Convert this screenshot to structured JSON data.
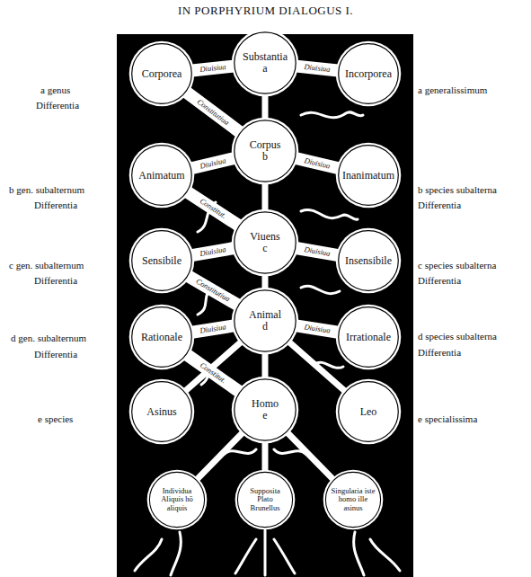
{
  "diagram": {
    "title": "IN PORPHYRIUM DIALOGUS I.",
    "nodes": [
      {
        "text": [
          "Corporea"
        ]
      },
      {
        "text": [
          "Substantia",
          "a"
        ]
      },
      {
        "text": [
          "Incorporea"
        ]
      },
      {
        "text": [
          "Animatum"
        ]
      },
      {
        "text": [
          "Corpus",
          "b"
        ]
      },
      {
        "text": [
          "Inanimatum"
        ]
      },
      {
        "text": [
          "Sensibile"
        ]
      },
      {
        "text": [
          "Viuens",
          "c"
        ]
      },
      {
        "text": [
          "Insensibile"
        ]
      },
      {
        "text": [
          "Rationale"
        ]
      },
      {
        "text": [
          "Animal",
          "d"
        ]
      },
      {
        "text": [
          "Irrationale"
        ]
      },
      {
        "text": [
          "Asinus"
        ]
      },
      {
        "text": [
          "Homo",
          "e"
        ]
      },
      {
        "text": [
          "Leo"
        ]
      },
      {
        "text": [
          "Individua Aliquis hō aliquis"
        ]
      },
      {
        "text": [
          "Supposita Plato Brunellus"
        ]
      },
      {
        "text": [
          "Singularia iste homo ille asinus"
        ]
      }
    ],
    "edges": [
      {
        "from": 0,
        "to": 1,
        "label": "Diuisiua",
        "arrow": "none"
      },
      {
        "from": 1,
        "to": 2,
        "label": "Diuisiua",
        "arrow": "none"
      },
      {
        "from": 0,
        "to": 4,
        "label": "Constitutiua",
        "arrow": "none"
      },
      {
        "from": 1,
        "to": 4,
        "arrow": "none"
      },
      {
        "from": 3,
        "to": 4,
        "label": "Diuisiua",
        "arrow": "none"
      },
      {
        "from": 4,
        "to": 5,
        "label": "Diuisiua",
        "arrow": "none"
      },
      {
        "from": 3,
        "to": 7,
        "label": "Constitut.",
        "arrow": "none"
      },
      {
        "from": 4,
        "to": 7,
        "arrow": "none"
      },
      {
        "from": 6,
        "to": 7,
        "label": "Diuisiua",
        "arrow": "none"
      },
      {
        "from": 7,
        "to": 8,
        "label": "Diuisiua",
        "arrow": "none"
      },
      {
        "from": 6,
        "to": 10,
        "label": "Constitutiua",
        "arrow": "none"
      },
      {
        "from": 7,
        "to": 10,
        "arrow": "none"
      },
      {
        "from": 9,
        "to": 10,
        "label": "Diuisiua",
        "arrow": "none"
      },
      {
        "from": 10,
        "to": 11,
        "label": "Diuisiua",
        "arrow": "none"
      },
      {
        "from": 9,
        "to": 13,
        "label": "Constitut.",
        "arrow": "none"
      },
      {
        "from": 10,
        "to": 13,
        "arrow": "none"
      },
      {
        "from": 10,
        "to": 12,
        "arrow": "none"
      },
      {
        "from": 10,
        "to": 14,
        "arrow": "none"
      },
      {
        "from": 13,
        "to": 15,
        "arrow": "none"
      },
      {
        "from": 13,
        "to": 16,
        "arrow": "none"
      },
      {
        "from": 13,
        "to": 17,
        "arrow": "none"
      }
    ],
    "labels": [
      "a genus",
      "Differentia",
      "b gen. subalternum",
      "Differentia",
      "c gen. subalternum",
      "Differentia",
      "d gen. subalternum",
      "Differentia",
      "e species",
      "a generalissimum",
      "b species subalterna",
      "Differentia",
      "c species subalterna",
      "Differentia",
      "d species subalterna",
      "Differentia",
      "e specialissima"
    ]
  }
}
